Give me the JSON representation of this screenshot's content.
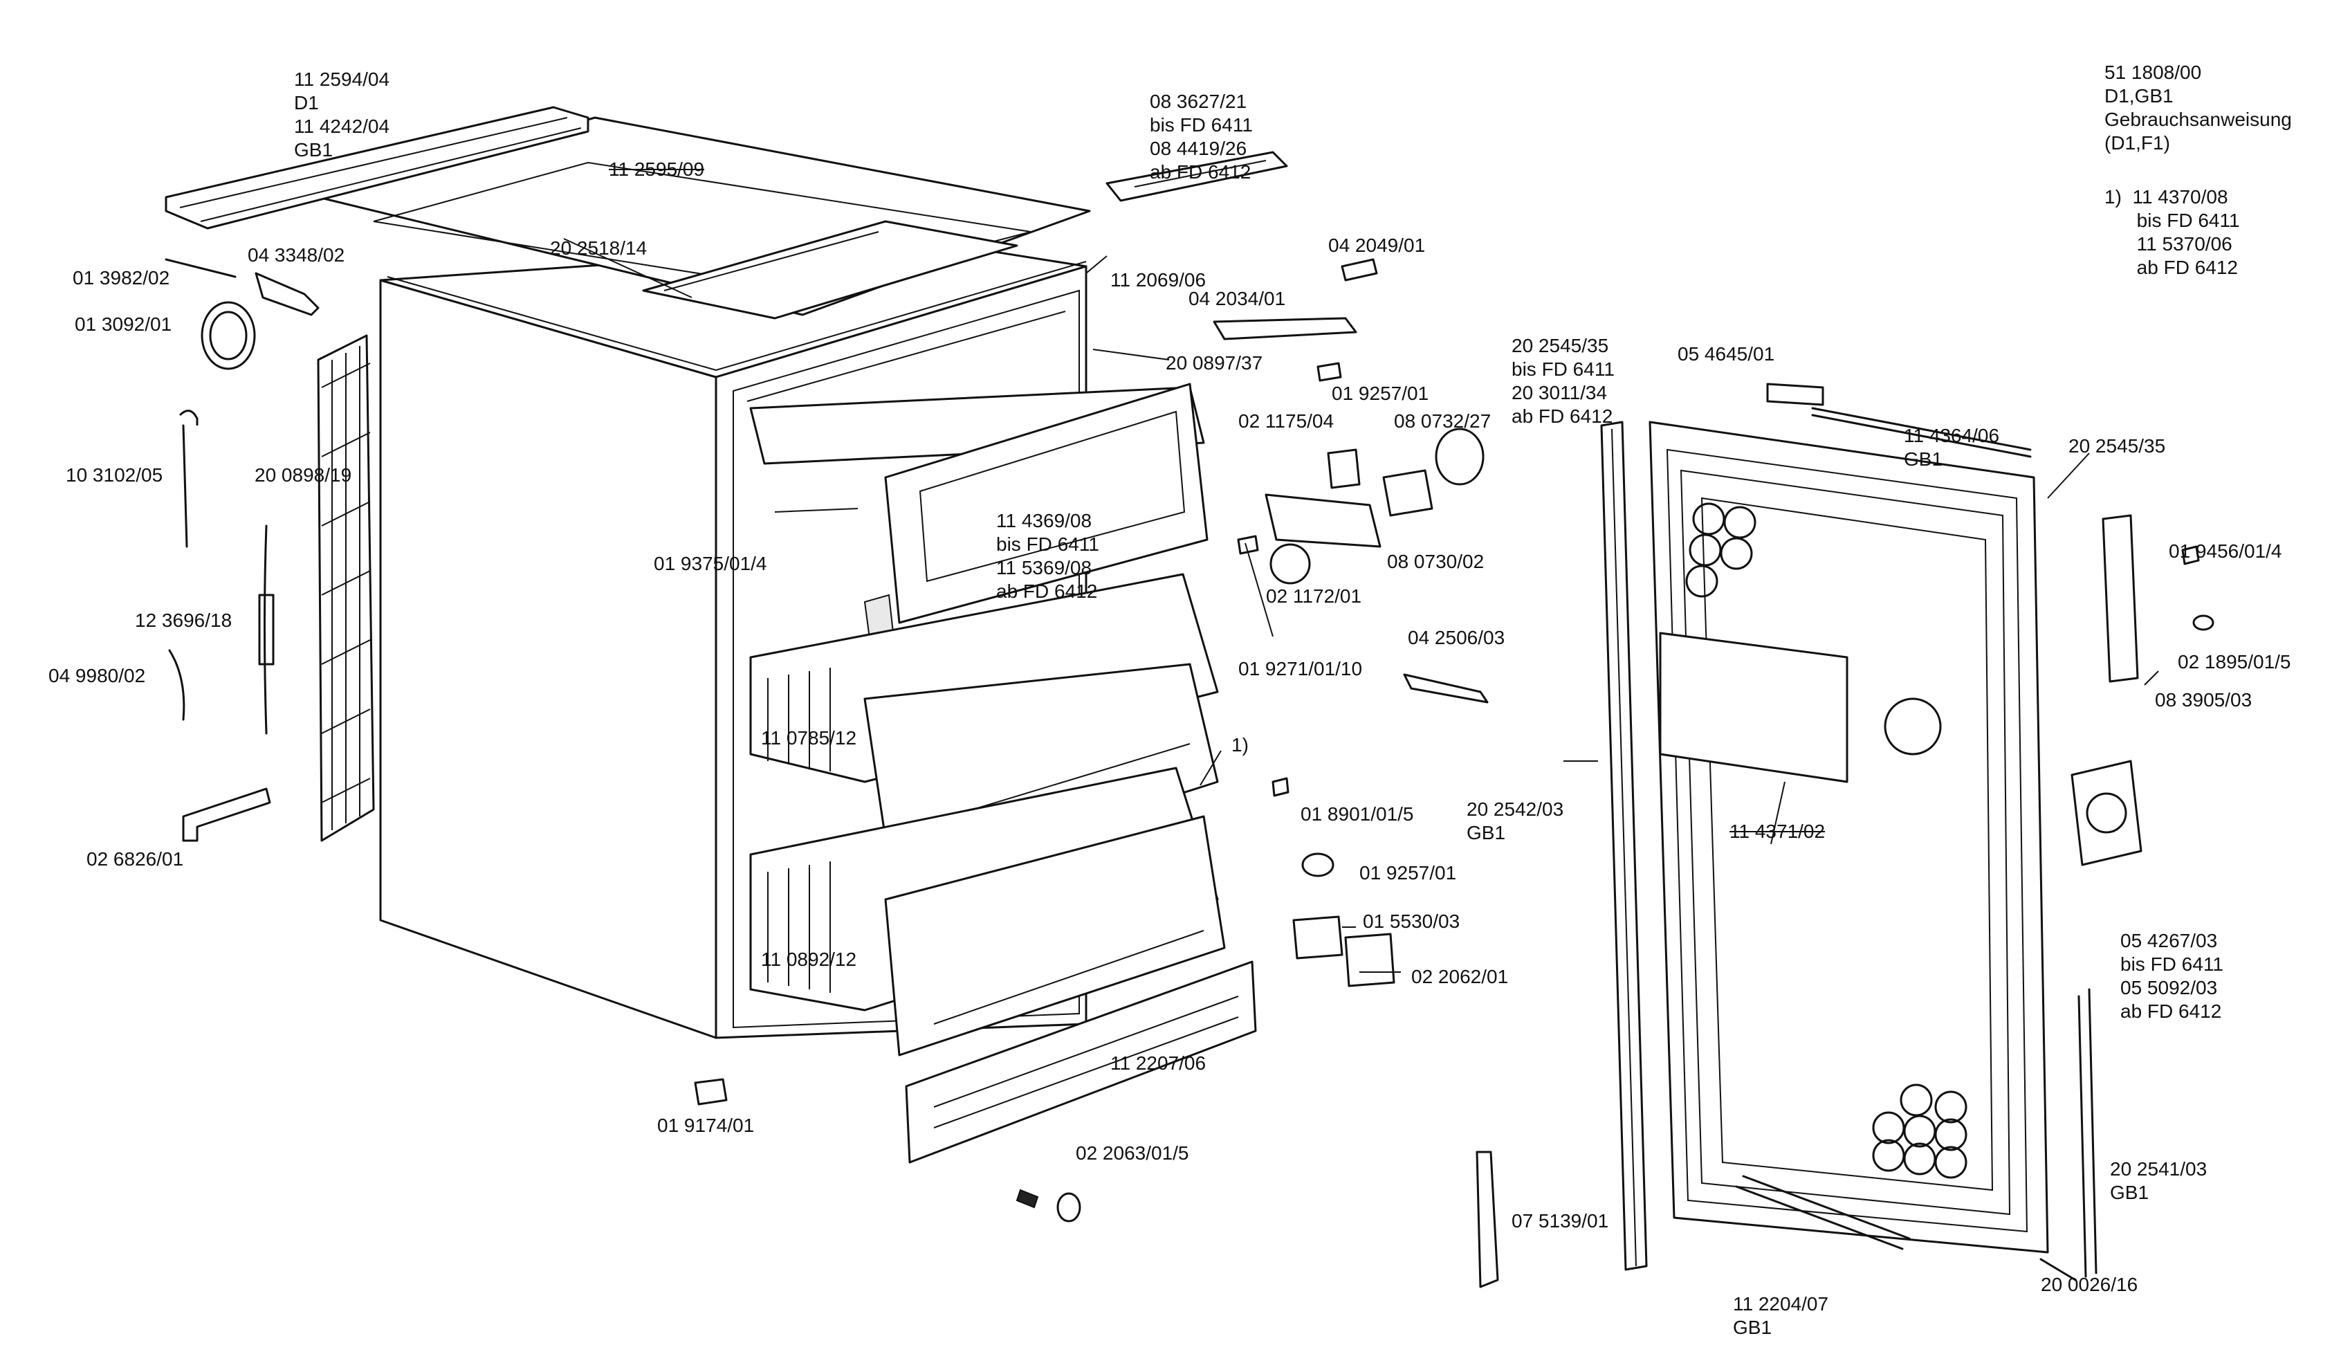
{
  "labels": [
    {
      "id": "p-11-2594-04",
      "lines": [
        "11 2594/04",
        "D1",
        "11 4242/04",
        "GB1"
      ]
    },
    {
      "id": "p-08-3627-21",
      "lines": [
        "08 3627/21",
        "bis FD 6411",
        "08 4419/26",
        "ab FD 6412"
      ]
    },
    {
      "id": "p-51-1808-00",
      "lines": [
        "51 1808/00",
        "D1,GB1",
        "Gebrauchsanweisung",
        "(D1,F1)"
      ]
    },
    {
      "id": "p-footnote-1",
      "lines": [
        "1)  11 4370/08",
        "      bis FD 6411",
        "      11 5370/06",
        "      ab FD 6412"
      ]
    },
    {
      "id": "p-11-2595-09",
      "lines": [
        "11 2595/09"
      ]
    },
    {
      "id": "p-20-2518-14",
      "lines": [
        "20 2518/14"
      ]
    },
    {
      "id": "p-04-2049-01",
      "lines": [
        "04 2049/01"
      ]
    },
    {
      "id": "p-01-3982-02",
      "lines": [
        "01 3982/02"
      ]
    },
    {
      "id": "p-04-3348-02",
      "lines": [
        "04 3348/02"
      ]
    },
    {
      "id": "p-11-2069-06",
      "lines": [
        "11 2069/06"
      ]
    },
    {
      "id": "p-04-2034-01",
      "lines": [
        "04 2034/01"
      ]
    },
    {
      "id": "p-01-3092-01",
      "lines": [
        "01 3092/01"
      ]
    },
    {
      "id": "p-20-0897-37",
      "lines": [
        "20 0897/37"
      ]
    },
    {
      "id": "p-20-2545-35-a",
      "lines": [
        "20 2545/35",
        "bis FD 6411",
        "20 3011/34",
        "ab FD 6412"
      ]
    },
    {
      "id": "p-05-4645-01",
      "lines": [
        "05 4645/01"
      ]
    },
    {
      "id": "p-01-9257-01-a",
      "lines": [
        "01 9257/01"
      ]
    },
    {
      "id": "p-11-4364-06",
      "lines": [
        "11 4364/06",
        "GB1"
      ]
    },
    {
      "id": "p-02-1175-04",
      "lines": [
        "02 1175/04"
      ]
    },
    {
      "id": "p-08-0732-27",
      "lines": [
        "08 0732/27"
      ]
    },
    {
      "id": "p-20-2545-35-b",
      "lines": [
        "20 2545/35"
      ]
    },
    {
      "id": "p-10-3102-05",
      "lines": [
        "10 3102/05"
      ]
    },
    {
      "id": "p-20-0898-19",
      "lines": [
        "20 0898/19"
      ]
    },
    {
      "id": "p-11-4369-08",
      "lines": [
        "11 4369/08",
        "bis FD 6411",
        "11 5369/08",
        "ab FD 6412"
      ]
    },
    {
      "id": "p-01-9375-01-4",
      "lines": [
        "01 9375/01/4"
      ]
    },
    {
      "id": "p-08-0730-02",
      "lines": [
        "08 0730/02"
      ]
    },
    {
      "id": "p-02-1172-01",
      "lines": [
        "02 1172/01"
      ]
    },
    {
      "id": "p-01-9456-01-4",
      "lines": [
        "01 9456/01/4"
      ]
    },
    {
      "id": "p-12-3696-18",
      "lines": [
        "12 3696/18"
      ]
    },
    {
      "id": "p-04-2506-03",
      "lines": [
        "04 2506/03"
      ]
    },
    {
      "id": "p-02-1895-01-5",
      "lines": [
        "02 1895/01/5"
      ]
    },
    {
      "id": "p-01-9271-01-10",
      "lines": [
        "01 9271/01/10"
      ]
    },
    {
      "id": "p-04-9980-02",
      "lines": [
        "04 9980/02"
      ]
    },
    {
      "id": "p-08-3905-03",
      "lines": [
        "08 3905/03"
      ]
    },
    {
      "id": "p-11-0785-12",
      "lines": [
        "11 0785/12"
      ]
    },
    {
      "id": "p-footnote-ref",
      "lines": [
        "1)"
      ]
    },
    {
      "id": "p-20-2542-03",
      "lines": [
        "20 2542/03",
        "GB1"
      ]
    },
    {
      "id": "p-01-8901-01-5",
      "lines": [
        "01 8901/01/5"
      ]
    },
    {
      "id": "p-11-4371-02",
      "lines": [
        "11 4371/02"
      ]
    },
    {
      "id": "p-02-6826-01",
      "lines": [
        "02 6826/01"
      ]
    },
    {
      "id": "p-01-9257-01-b",
      "lines": [
        "01 9257/01"
      ]
    },
    {
      "id": "p-05-4267-03",
      "lines": [
        "05 4267/03",
        "bis FD 6411",
        "05 5092/03",
        "ab FD 6412"
      ]
    },
    {
      "id": "p-01-5530-03",
      "lines": [
        "01 5530/03"
      ]
    },
    {
      "id": "p-11-0892-12",
      "lines": [
        "11 0892/12"
      ]
    },
    {
      "id": "p-02-2062-01",
      "lines": [
        "02 2062/01"
      ]
    },
    {
      "id": "p-11-2207-06",
      "lines": [
        "11 2207/06"
      ]
    },
    {
      "id": "p-01-9174-01",
      "lines": [
        "01 9174/01"
      ]
    },
    {
      "id": "p-20-2541-03",
      "lines": [
        "20 2541/03",
        "GB1"
      ]
    },
    {
      "id": "p-02-2063-01-5",
      "lines": [
        "02 2063/01/5"
      ]
    },
    {
      "id": "p-07-5139-01",
      "lines": [
        "07 5139/01"
      ]
    },
    {
      "id": "p-11-2204-07",
      "lines": [
        "11 2204/07",
        "GB1"
      ]
    },
    {
      "id": "p-20-0026-16",
      "lines": [
        "20 0026/16"
      ]
    }
  ]
}
